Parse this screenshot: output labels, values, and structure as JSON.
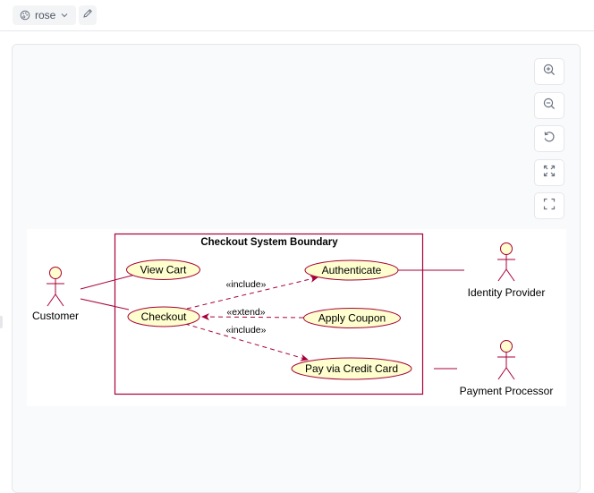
{
  "toolbar": {
    "theme_label": "rose",
    "theme_icon": "palette-icon",
    "edit_icon": "pencil-icon"
  },
  "zoom_controls": [
    {
      "name": "zoom-in-icon"
    },
    {
      "name": "zoom-out-icon"
    },
    {
      "name": "reset-icon"
    },
    {
      "name": "fit-icon"
    },
    {
      "name": "fullscreen-icon"
    }
  ],
  "diagram": {
    "boundary_title": "Checkout System Boundary",
    "actors": {
      "customer": "Customer",
      "identity_provider": "Identity Provider",
      "payment_processor": "Payment Processor"
    },
    "use_cases": {
      "view_cart": "View Cart",
      "checkout": "Checkout",
      "authenticate": "Authenticate",
      "apply_coupon": "Apply Coupon",
      "pay_credit_card": "Pay via Credit Card"
    },
    "relations": {
      "include_auth": "«include»",
      "extend_coupon": "«extend»",
      "include_pay": "«include»"
    },
    "colors": {
      "line": "#a80036",
      "usecase_fill": "#fefece",
      "actor_fill": "#fefece"
    }
  }
}
